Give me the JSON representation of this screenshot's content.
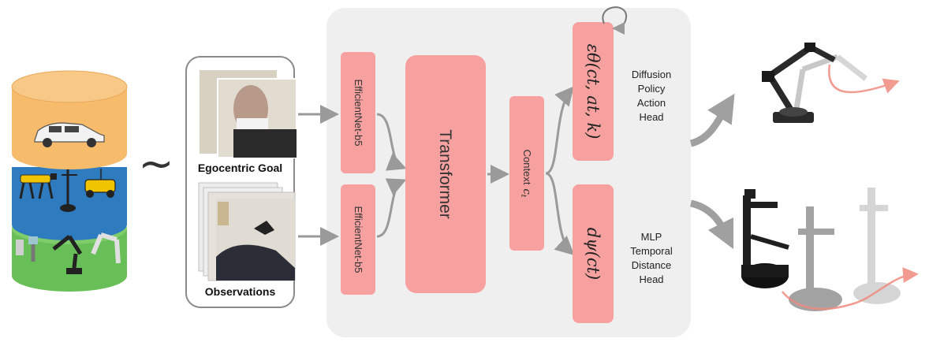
{
  "observation_panel": {
    "goal_label": "Egocentric Goal",
    "observations_label": "Observations"
  },
  "encoders": {
    "top_label": "EfficientNet-b5",
    "bottom_label": "EfficientNet-b5"
  },
  "transformer": {
    "label": "Transformer"
  },
  "context": {
    "label": "Context",
    "symbol": "c",
    "subscript": "t"
  },
  "diffusion_head": {
    "formula": "εθ(ct, at, k)",
    "caption_lines": [
      "Diffusion",
      "Policy",
      "Action",
      "Head"
    ]
  },
  "distance_head": {
    "formula": "dψ(ct)",
    "caption_lines": [
      "MLP",
      "Temporal",
      "Distance",
      "Head"
    ]
  },
  "dataset": {
    "relation_symbol": "~"
  },
  "colors": {
    "block_pink": "#f7a0a0",
    "panel_gray": "#efefef",
    "arrow_gray": "#9a9a9a",
    "layer_orange": "#f6bb6b",
    "layer_blue": "#2f7bbf",
    "layer_green": "#69bf57",
    "trajectory": "#f08a7e"
  }
}
